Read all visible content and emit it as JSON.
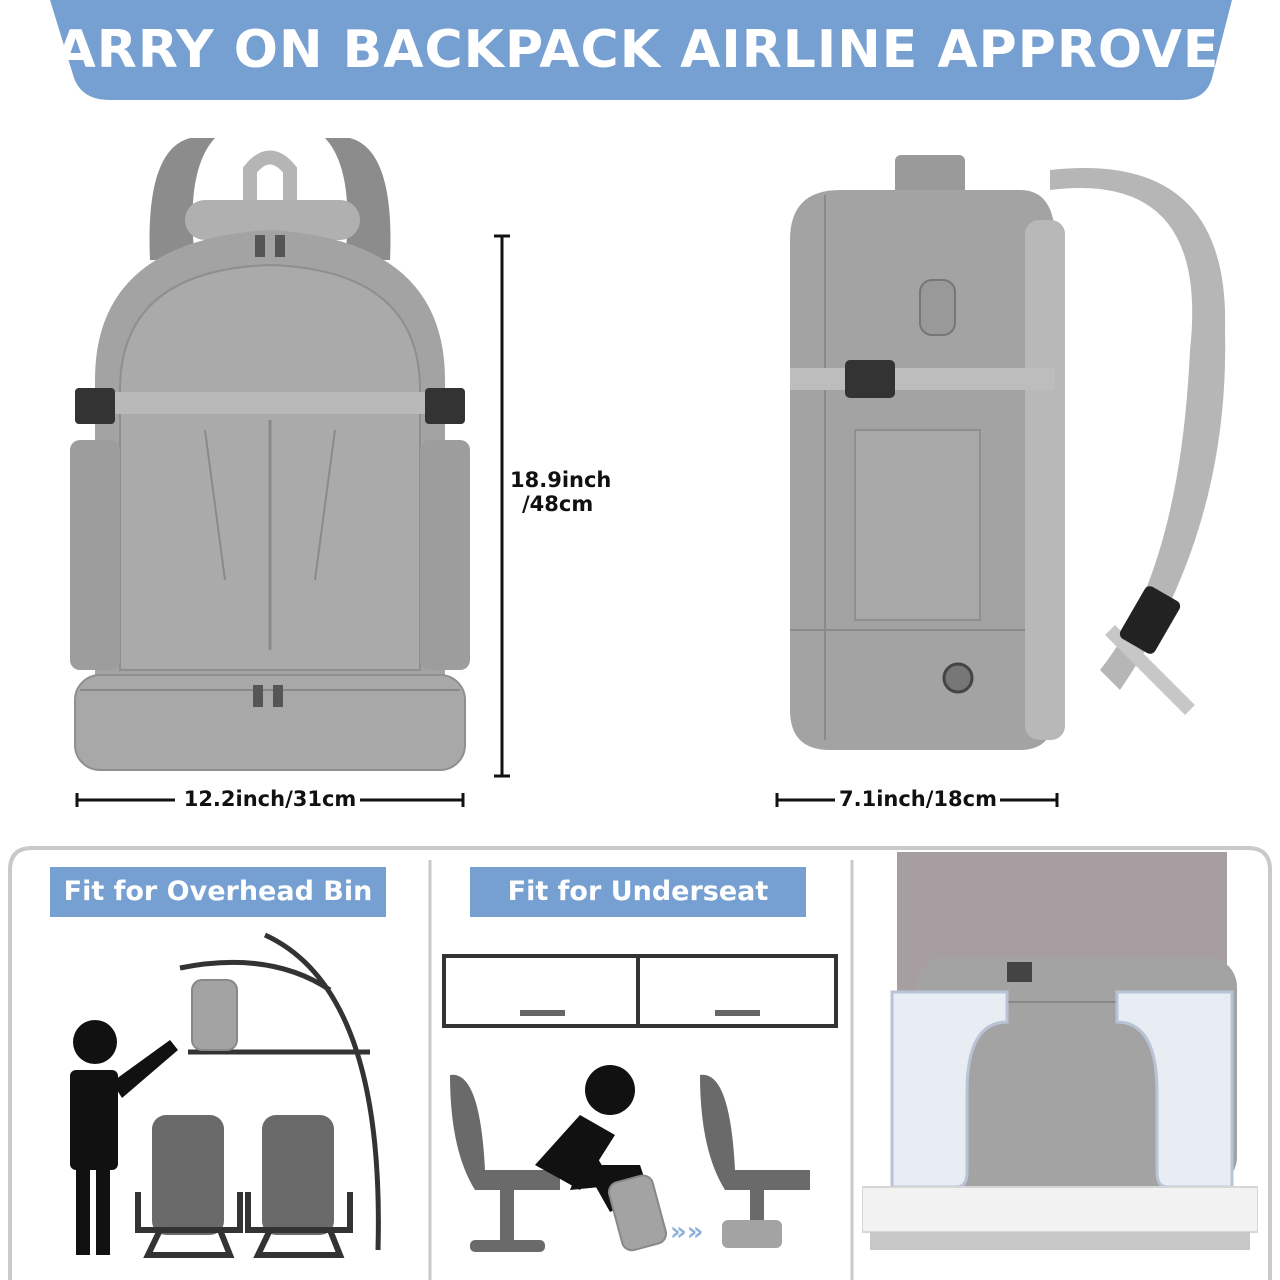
{
  "banner": {
    "title": "CARRY ON BACKPACK AIRLINE APPROVED",
    "color": "#76a0d2"
  },
  "dimensions": {
    "height_line1": "18.9inch",
    "height_line2": "/48cm",
    "front_width": "12.2inch/31cm",
    "side_depth": "7.1inch/18cm"
  },
  "panels": {
    "overhead_label": "Fit for Overhead Bin",
    "underseat_label": "Fit for Underseat"
  },
  "colors": {
    "backpack": "#a3a3a3",
    "accent": "#76a0d2",
    "frame": "#c9c9c9",
    "figure": "#111111",
    "seat": "#6a6a6a"
  }
}
